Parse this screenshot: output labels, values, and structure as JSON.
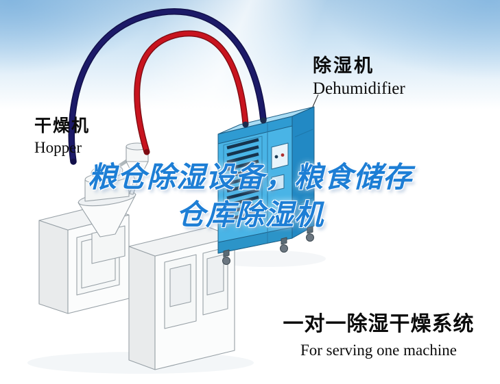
{
  "title": {
    "line1": "粮仓除湿设备，粮食储存",
    "line2": "仓库除湿机",
    "color": "#1d7ed5"
  },
  "labels": {
    "dehumidifier": {
      "zh": "除湿机",
      "en": "Dehumidifier"
    },
    "hopper": {
      "zh": "干燥机",
      "en": "Hopper"
    },
    "system": {
      "zh": "一对一除湿干燥系统",
      "en": "For serving one machine"
    }
  },
  "colors": {
    "sky": "#aecfe9",
    "pipe_red": "#c8141f",
    "pipe_navy": "#1c1a68",
    "dehumidifier_front": "#49b4e6",
    "dehumidifier_side": "#2289c4",
    "dehumidifier_top": "#a9dcf4"
  }
}
